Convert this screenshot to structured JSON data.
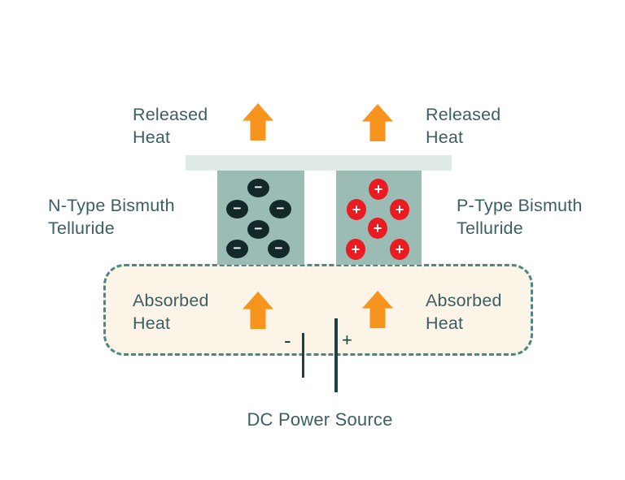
{
  "heat_labels": {
    "released": {
      "line1": "Released",
      "line2": "Heat"
    },
    "absorbed": {
      "line1": "Absorbed",
      "line2": "Heat"
    }
  },
  "elements": {
    "n_type": {
      "label_line1": "N-Type Bismuth",
      "label_line2": "Telluride",
      "charge_symbol": "−",
      "particle_count": 6
    },
    "p_type": {
      "label_line1": "P-Type Bismuth",
      "label_line2": "Telluride",
      "charge_symbol": "+",
      "particle_count": 6
    }
  },
  "power": {
    "negative_sign": "-",
    "positive_sign": "+",
    "label": "DC Power Source"
  },
  "colors": {
    "arrow_orange": "#f7941e",
    "plate": "#e0eae7",
    "block_teal": "#9abcb4",
    "negative_particle": "#132829",
    "positive_particle": "#eb1b22",
    "cold_plate_fill": "#fbf4e7",
    "dashed_border": "#4c8687",
    "battery_line": "#1d4246",
    "text": "#3b5f63"
  }
}
